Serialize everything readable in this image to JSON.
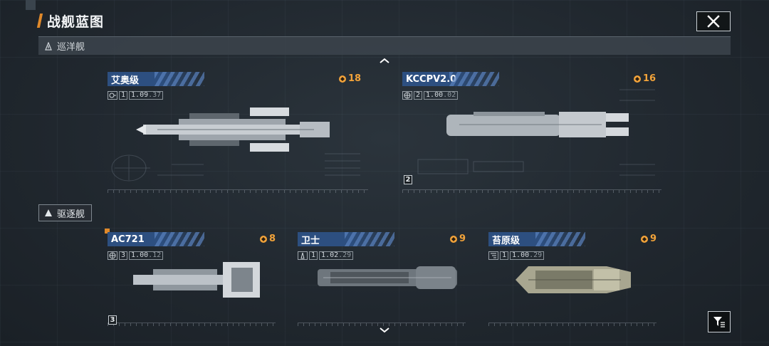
{
  "header": {
    "title": "战舰蓝图"
  },
  "categories": [
    {
      "label": "巡洋舰"
    },
    {
      "label": "驱逐舰"
    }
  ],
  "cruisers": [
    {
      "name": "艾奥级",
      "cost": "18",
      "stat_count": "1",
      "stat_a": "1.09",
      "stat_b": ".37",
      "badge": ""
    },
    {
      "name": "KCCPV2.0",
      "cost": "16",
      "stat_count": "2",
      "stat_a": "1.00",
      "stat_b": ".02",
      "badge": "2"
    }
  ],
  "destroyers": [
    {
      "name": "AC721",
      "cost": "8",
      "stat_count": "3",
      "stat_a": "1.00",
      "stat_b": ".12",
      "badge": "3"
    },
    {
      "name": "卫士",
      "cost": "9",
      "stat_count": "1",
      "stat_a": "1.02",
      "stat_b": ".29",
      "badge": ""
    },
    {
      "name": "苔原级",
      "cost": "9",
      "stat_count": "1",
      "stat_a": "1.00",
      "stat_b": ".29",
      "badge": ""
    }
  ],
  "colors": {
    "accent": "#e0892a",
    "name_tag": "#2d4f80",
    "cost": "#f2a33a"
  },
  "icons": [
    "close-icon",
    "filter-icon",
    "cruiser-icon",
    "destroyer-icon",
    "chevron-up-icon",
    "chevron-down-icon",
    "fleet-cost-icon"
  ]
}
